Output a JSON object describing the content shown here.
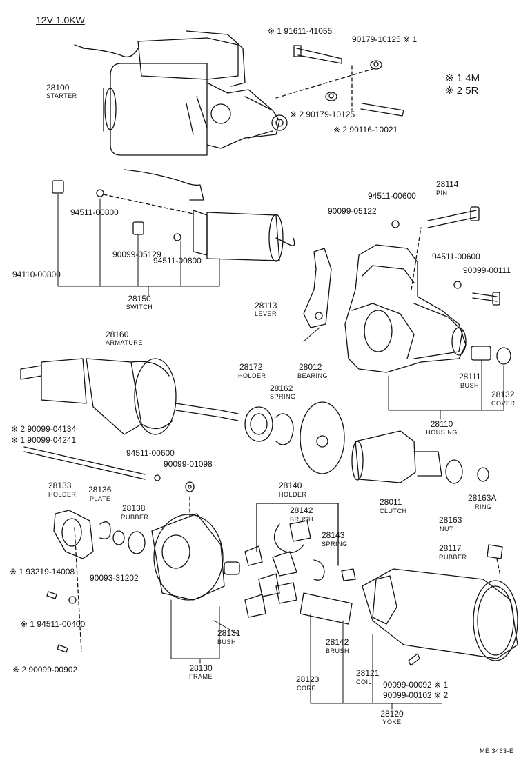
{
  "header": {
    "spec": "12V 1.0KW"
  },
  "note": {
    "line1": "※ 1  4M",
    "line2": "※ 2  5R"
  },
  "footer": {
    "code": "ME 3463-E"
  },
  "parts": {
    "p28100": {
      "num": "28100",
      "name": "STARTER"
    },
    "p91611": "※ 1  91611-41055",
    "p90179a": "90179-10125 ※ 1",
    "p90179b": "※ 2  90179-10125",
    "p90116": "※ 2   90116-10021",
    "p94511a": "94511-00800",
    "p90099_05129": "90099-05129",
    "p94511b": "94511-00800",
    "p94110": "94110-00800",
    "p28150": {
      "num": "28150",
      "name": "SWITCH"
    },
    "p28113": {
      "num": "28113",
      "name": "LEVER"
    },
    "p94511c": "94511-00600",
    "p90099_05122": "90099-05122",
    "p28114": {
      "num": "28114",
      "name": "PIN"
    },
    "p94511d": "94511-00600",
    "p90099_00111": "90099-00111",
    "p28160": {
      "num": "28160",
      "name": "ARMATURE"
    },
    "p28172": {
      "num": "28172",
      "name": "HOLDER"
    },
    "p28012": {
      "num": "28012",
      "name": "BEARING"
    },
    "p28162": {
      "num": "28162",
      "name": "SPRING"
    },
    "p28111": {
      "num": "28111",
      "name": "BUSH"
    },
    "p28132": {
      "num": "28132",
      "name": "COVER"
    },
    "p28110": {
      "num": "28110",
      "name": "HOUSING"
    },
    "p90099_04134": "※ 2   90099-04134",
    "p90099_04241": "※ 1   90099-04241",
    "p94511e": "94511-00600",
    "p90099_01098": "90099-01098",
    "p28011": {
      "num": "28011",
      "name": "CLUTCH"
    },
    "p28163A": {
      "num": "28163A",
      "name": "RING"
    },
    "p28163": {
      "num": "28163",
      "name": "NUT"
    },
    "p28133": {
      "num": "28133",
      "name": "HOLDER"
    },
    "p28136": {
      "num": "28136",
      "name": "PLATE"
    },
    "p28138": {
      "num": "28138",
      "name": "RUBBER"
    },
    "p28140": {
      "num": "28140",
      "name": "HOLDER"
    },
    "p28142a": {
      "num": "28142",
      "name": "BRUSH"
    },
    "p28143": {
      "num": "28143",
      "name": "SPRING"
    },
    "p28117": {
      "num": "28117",
      "name": "RUBBER"
    },
    "p93219": "※ 1   93219-14008",
    "p90093": "90093-31202",
    "p94511f": "※ 1   94511-00400",
    "p90099_00902": "※ 2  90099-00902",
    "p28131": {
      "num": "28131",
      "name": "BUSH"
    },
    "p28130": {
      "num": "28130",
      "name": "FRAME"
    },
    "p28142b": {
      "num": "28142",
      "name": "BRUSH"
    },
    "p28123": {
      "num": "28123",
      "name": "CORE"
    },
    "p28121": {
      "num": "28121",
      "name": "COIL"
    },
    "p90099_00092": "90099-00092 ※ 1",
    "p90099_00102": "90099-00102 ※ 2",
    "p28120": {
      "num": "28120",
      "name": "YOKE"
    }
  }
}
